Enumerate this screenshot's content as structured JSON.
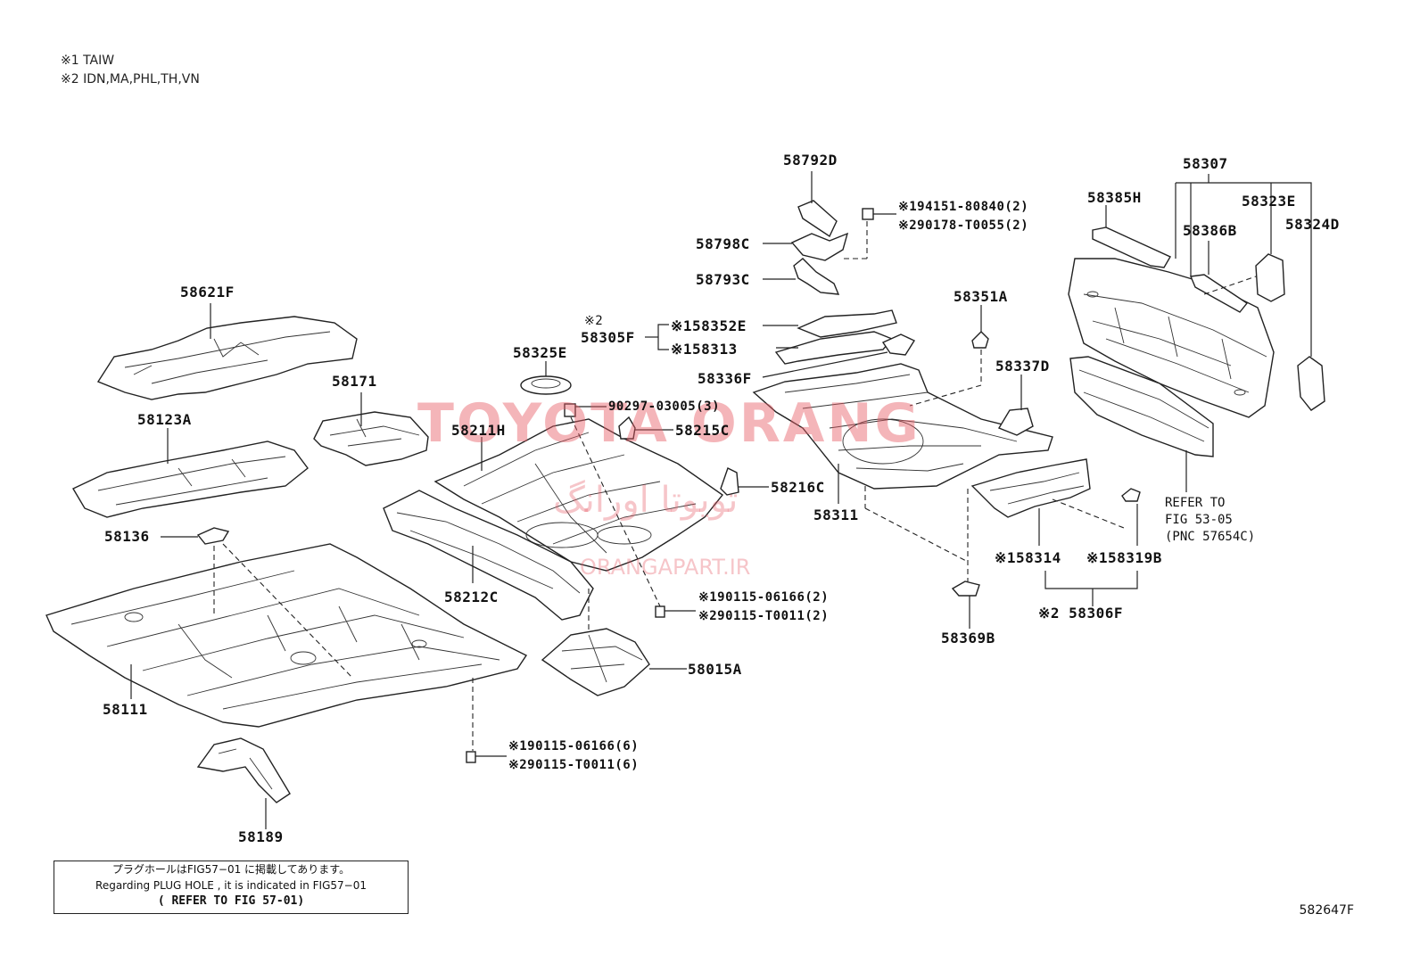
{
  "notes": {
    "n1": "※1 TAIW",
    "n2": "※2 IDN,MA,PHL,TH,VN"
  },
  "parts": {
    "p58792D": "58792D",
    "p58798C": "58798C",
    "p58793C": "58793C",
    "p94151": "※194151-80840(2)",
    "p90178": "※290178-T0055(2)",
    "p58621F": "58621F",
    "p58171": "58171",
    "p58123A": "58123A",
    "p58136": "58136",
    "p58111": "58111",
    "p58189": "58189",
    "p58325E": "58325E",
    "p90297": "90297-03005(3)",
    "p58211H": "58211H",
    "p58215C": "58215C",
    "p58216C": "58216C",
    "p58212C": "58212C",
    "p90115a": "※190115-06166(2)",
    "p90115b": "※290115-T0011(2)",
    "p58015A": "58015A",
    "p90115c": "※190115-06166(6)",
    "p90115d": "※290115-T0011(6)",
    "p2mark": "※2",
    "p58305F": "58305F",
    "p58352E": "※158352E",
    "p58313": "※158313",
    "p58336F": "58336F",
    "p58351A": "58351A",
    "p58311": "58311",
    "p58337D": "58337D",
    "p58314": "※158314",
    "p58319B": "※158319B",
    "p58306F": "※2 58306F",
    "p58369B": "58369B",
    "p58307": "58307",
    "p58385H": "58385H",
    "p58323E": "58323E",
    "p58386B": "58386B",
    "p58324D": "58324D"
  },
  "refer": {
    "l1": "REFER TO",
    "l2": "FIG 53-05",
    "l3": "(PNC 57654C)"
  },
  "watermark": {
    "brand": "TOYOTA ORANG",
    "persian": "تویوتا اورانگ",
    "site": "ORANGAPART.IR"
  },
  "plug_note": {
    "jp": "プラグホールはFIG57−01 に掲載してあります。",
    "en": "Regarding PLUG HOLE , it is indicated in FIG57−01",
    "ref": "( REFER TO FIG 57-01)"
  },
  "figure_code": "582647F"
}
